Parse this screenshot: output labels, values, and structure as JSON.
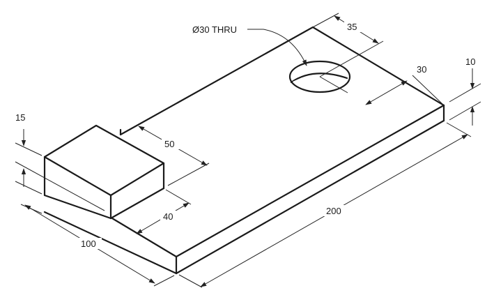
{
  "dimensions": {
    "hole": "Ø30 THRU",
    "hole_offset_a": "35",
    "hole_offset_b": "30",
    "plate_thickness": "10",
    "plate_length": "200",
    "plate_width": "100",
    "block_height": "15",
    "block_offset": "50",
    "block_depth": "40"
  },
  "colors": {
    "line": "#1a1a1a",
    "background": "#ffffff"
  }
}
